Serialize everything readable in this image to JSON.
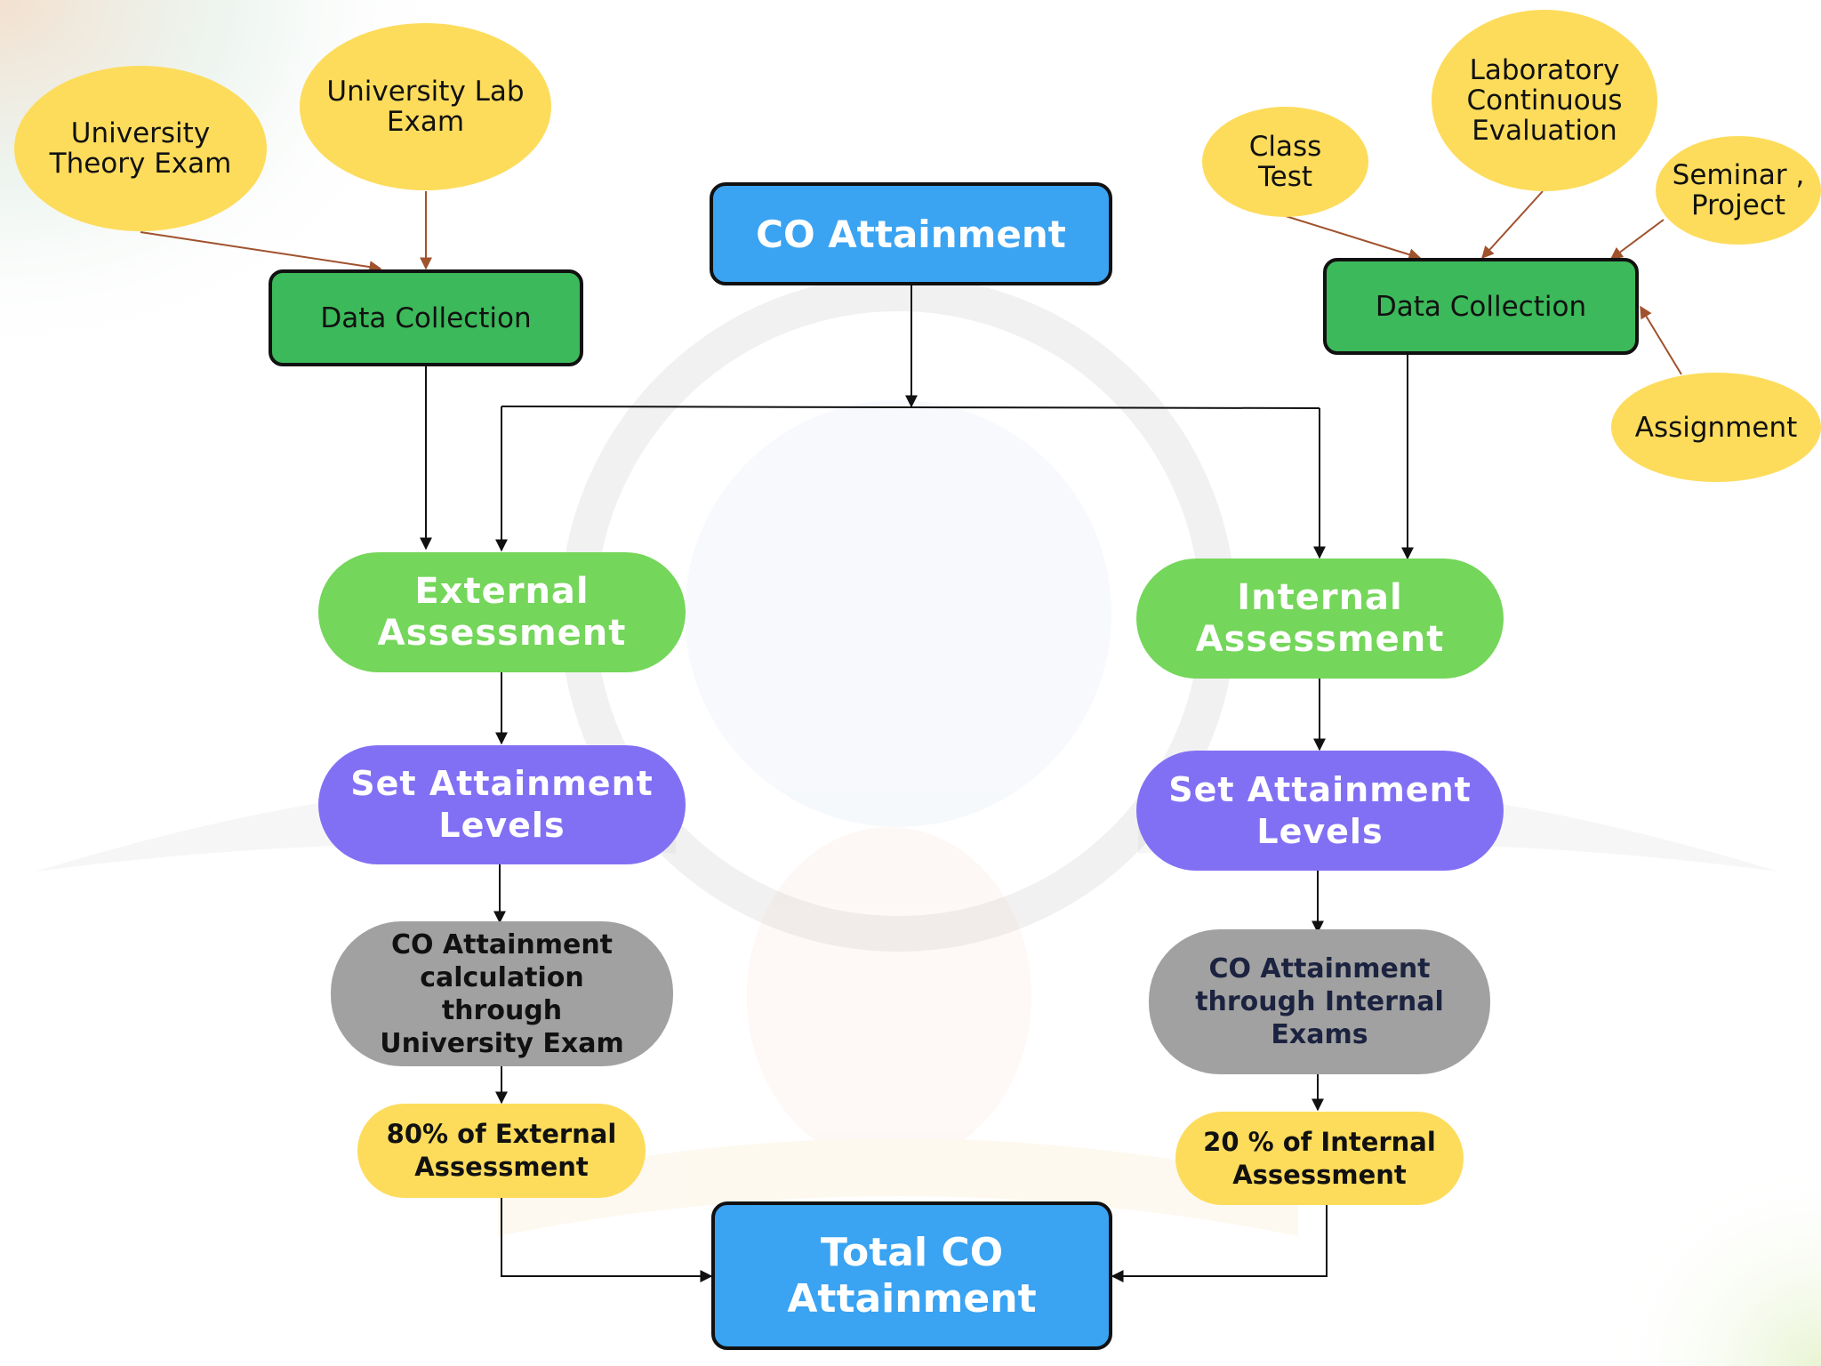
{
  "central": {
    "title": "CO Attainment",
    "total": "Total CO\nAttainment"
  },
  "external": {
    "sources": {
      "theory_exam": "University\nTheory Exam",
      "lab_exam": "University Lab\nExam"
    },
    "data_collection": "Data Collection",
    "assessment": "External\nAssessment",
    "levels": "Set Attainment\nLevels",
    "calculation": "CO Attainment\ncalculation\nthrough\nUniversity Exam",
    "weight": "80% of External\nAssessment"
  },
  "internal": {
    "sources": {
      "class_test": "Class\nTest",
      "lab_continuous": "Laboratory\nContinuous\nEvaluation",
      "seminar_project": "Seminar ,\nProject",
      "assignment": "Assignment"
    },
    "data_collection": "Data Collection",
    "assessment": "Internal\nAssessment",
    "levels": "Set Attainment\nLevels",
    "calculation": "CO Attainment\nthrough Internal\nExams",
    "weight": "20 % of Internal\nAssessment"
  },
  "colors": {
    "yellow": "#fddc5c",
    "green_box": "#3cb95a",
    "blue_box": "#3aa3f2",
    "green_pill": "#74d65a",
    "purple_pill": "#8270f4",
    "gray_pill": "#a1a1a1",
    "arrow_brown": "#a0522d"
  }
}
